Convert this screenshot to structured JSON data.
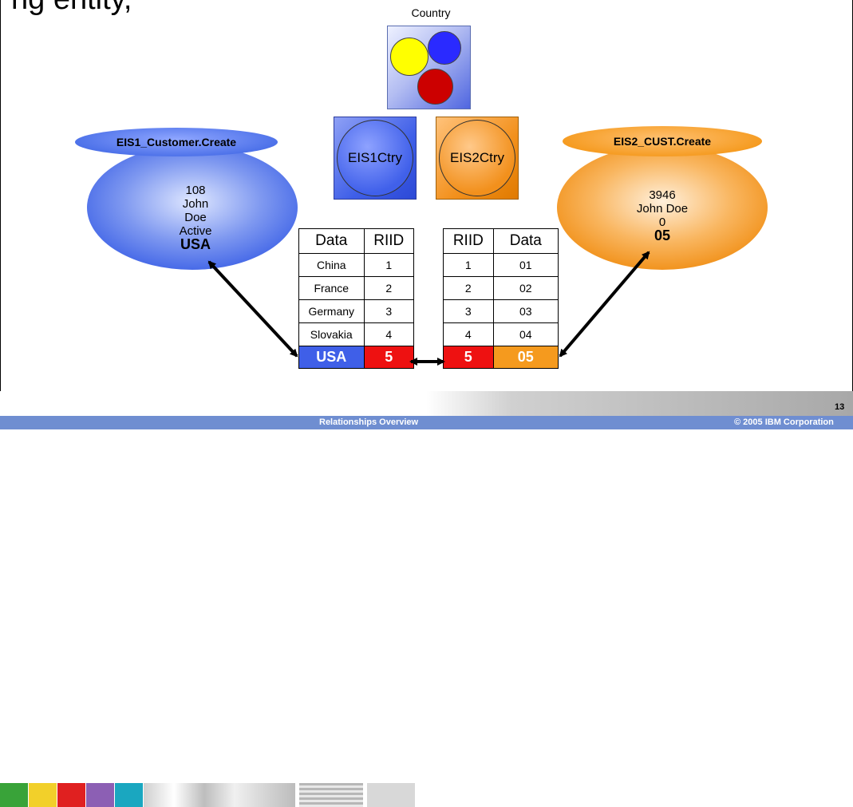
{
  "slide": {
    "title_fragment": "ng entity, ",
    "page_number": "13",
    "footer_title": "Relationships Overview",
    "footer_copyright": "© 2005 IBM Corporation"
  },
  "country": {
    "label": "Country"
  },
  "ctry_boxes": [
    {
      "label": "EIS1Ctry",
      "color": "#3f5fe8"
    },
    {
      "label": "EIS2Ctry",
      "color": "#f2901c"
    }
  ],
  "eis1": {
    "title": "EIS1_Customer.Create",
    "lines": [
      "108",
      "John",
      "Doe",
      "Active"
    ],
    "emph": "USA",
    "color": "#4a6fe8"
  },
  "eis2": {
    "title": "EIS2_CUST.Create",
    "lines": [
      "3946",
      "John Doe",
      "0"
    ],
    "emph": "05",
    "color": "#f59a1e"
  },
  "table1": {
    "headers": [
      "Data",
      "RIID"
    ],
    "rows": [
      [
        "China",
        "1"
      ],
      [
        "France",
        "2"
      ],
      [
        "Germany",
        "3"
      ],
      [
        "Slovakia",
        "4"
      ]
    ],
    "last": [
      "USA",
      "5"
    ]
  },
  "table2": {
    "headers": [
      "RIID",
      "Data"
    ],
    "rows": [
      [
        "1",
        "01"
      ],
      [
        "2",
        "02"
      ],
      [
        "3",
        "03"
      ],
      [
        "4",
        "04"
      ]
    ],
    "last": [
      "5",
      "05"
    ]
  }
}
